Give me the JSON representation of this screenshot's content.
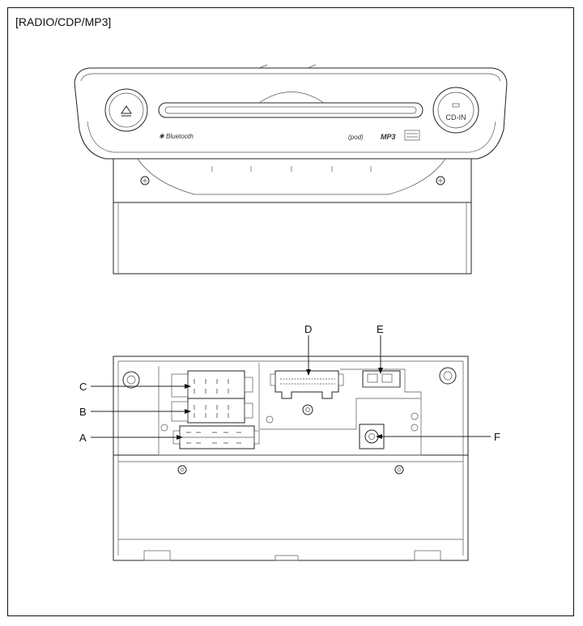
{
  "header": {
    "title": "[RADIO/CDP/MP3]"
  },
  "front_unit": {
    "bluetooth_text": "Bluetooth",
    "cdin_text": "CD-IN",
    "ipod_text": "(pod)",
    "mp3_text": "MP3"
  },
  "connectors": {
    "A": "A",
    "B": "B",
    "C": "C",
    "D": "D",
    "E": "E",
    "F": "F"
  }
}
